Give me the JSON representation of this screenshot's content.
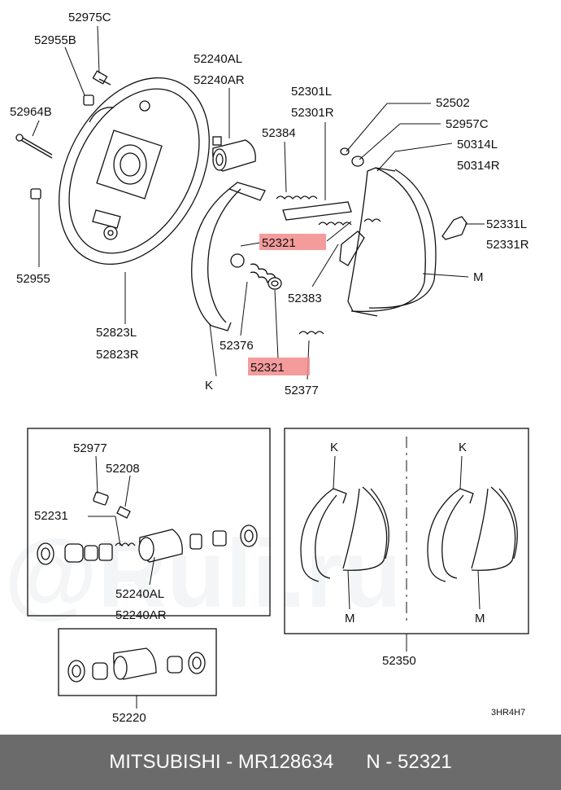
{
  "parts": {
    "p52975C": "52975C",
    "p52955B": "52955B",
    "p52964B": "52964B",
    "p52955": "52955",
    "p52823L": "52823L",
    "p52823R": "52823R",
    "p52240AL": "52240AL",
    "p52240AR": "52240AR",
    "p52301L": "52301L",
    "p52301R": "52301R",
    "p52384": "52384",
    "p52502": "52502",
    "p52957C": "52957C",
    "p50314L": "50314L",
    "p50314R": "50314R",
    "p52321_a": "52321",
    "p52321_b": "52321",
    "p52331L": "52331L",
    "p52331R": "52331R",
    "p52383": "52383",
    "pM1": "M",
    "p52376": "52376",
    "pK1": "K",
    "p52377": "52377",
    "p52977": "52977",
    "p52208": "52208",
    "p52231": "52231",
    "p52240AL_b": "52240AL",
    "p52240AR_b": "52240AR",
    "pK2": "K",
    "pK3": "K",
    "pM2": "M",
    "pM3": "M",
    "p52350": "52350",
    "p52220": "52220",
    "code": "3HR4H7"
  },
  "watermark": "@Ruli.ru",
  "footer": {
    "brand": "MITSUBISHI",
    "separator": " - ",
    "part_number": "MR128634",
    "ref_prefix": "N - ",
    "ref_number": "52321"
  },
  "colors": {
    "highlight": "#f28b8b",
    "footer_bg": "#6b6b6b"
  }
}
